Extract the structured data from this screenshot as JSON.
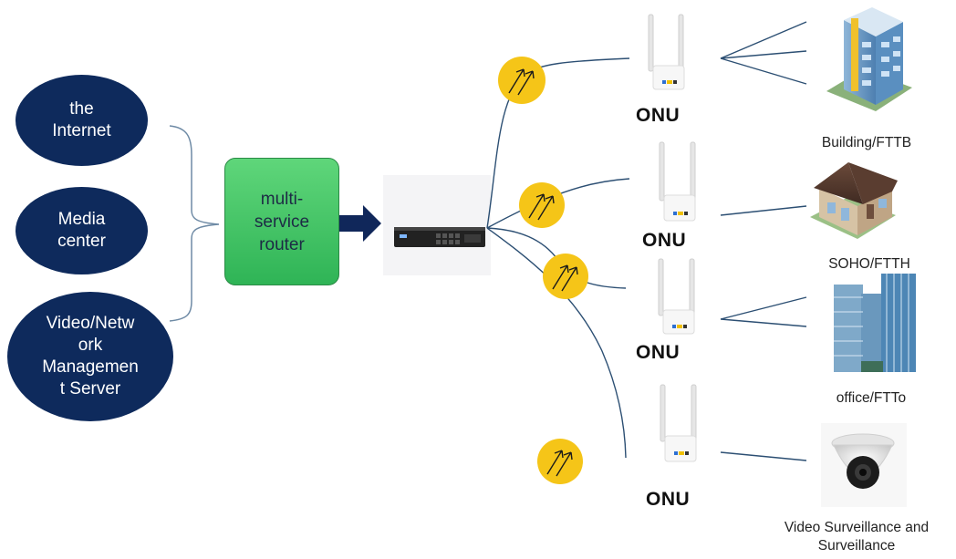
{
  "sources": [
    {
      "lines": [
        "the",
        "Internet"
      ]
    },
    {
      "lines": [
        "Media",
        "center"
      ]
    },
    {
      "lines": [
        "Video/Netw",
        "ork",
        "Managemen",
        "t Server"
      ]
    }
  ],
  "router": {
    "lines": [
      "multi-",
      "service",
      "router"
    ]
  },
  "onus": [
    {
      "label": "ONU"
    },
    {
      "label": "ONU"
    },
    {
      "label": "ONU"
    },
    {
      "label": "ONU"
    }
  ],
  "endpoints": [
    {
      "caption": "Building/FTTB",
      "icon": "building-icon"
    },
    {
      "caption": "SOHO/FTTH",
      "icon": "house-icon"
    },
    {
      "caption": "office/FTTo",
      "icon": "office-tower-icon"
    },
    {
      "caption_lines": [
        "Video Surveillance and",
        "Surveillance"
      ],
      "icon": "dome-camera-icon"
    }
  ],
  "colors": {
    "ellipse": "#0e2a5c",
    "router": "#3cc063",
    "arrow": "#10275a",
    "splitter": "#f5c518",
    "line": "#2c4f73"
  }
}
